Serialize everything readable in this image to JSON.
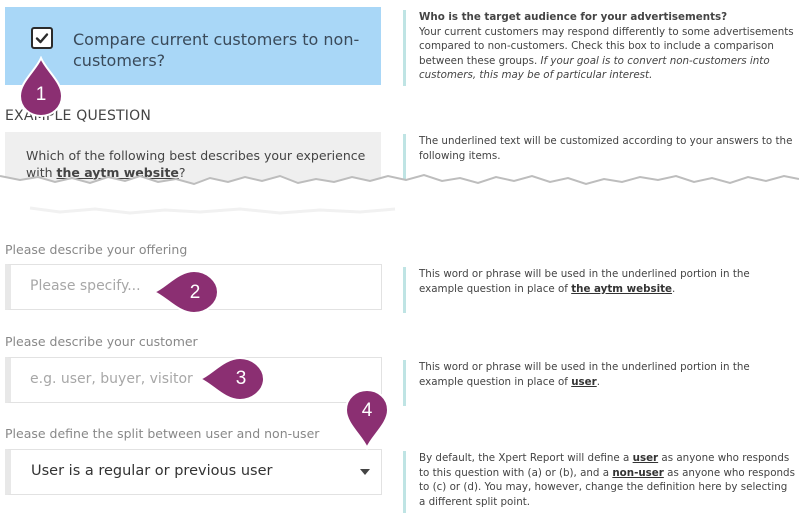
{
  "checkbox": {
    "checked": true,
    "label": "Compare current customers to non-customers?"
  },
  "help_audience": {
    "title": "Who is the target audience for your advertisements?",
    "body": "Your current customers may respond differently to some advertisements compared to non-customers. Check this box to include a comparison between these groups.",
    "italic": "If your goal is to convert non-customers into customers, this may be of particular interest."
  },
  "example": {
    "section_title": "EXAMPLE QUESTION",
    "question_prefix": "Which of the following best describes your experience with ",
    "question_underlined": "the aytm website",
    "question_suffix": "?",
    "help": "The underlined text will be customized according to your answers to the following items."
  },
  "offering": {
    "label": "Please describe your offering",
    "placeholder": "Please specify...",
    "help_prefix": "This word or phrase will be used in the underlined portion in the example question in place of ",
    "help_underlined": "the aytm website",
    "help_suffix": "."
  },
  "customer": {
    "label": "Please describe your customer",
    "placeholder": "e.g. user, buyer, visitor",
    "help_prefix": "This word or phrase will be used in the underlined portion in the example question in place of ",
    "help_underlined": "user",
    "help_suffix": "."
  },
  "split": {
    "label": "Please define the split between user and non-user",
    "selected": "User is a regular or previous user",
    "help_p1": "By default, the Xpert Report will define a ",
    "help_u1": "user",
    "help_p2": " as anyone who responds to this question with (a) or (b), and a ",
    "help_u2": "non-user",
    "help_p3": " as anyone who responds to (c) or (d). You may, however, change the definition here by selecting a different split point."
  },
  "callouts": [
    "1",
    "2",
    "3",
    "4"
  ],
  "colors": {
    "panel_blue": "#a9d7f7",
    "callout_purple": "#8b2f72",
    "help_border": "#bfe4e4"
  }
}
